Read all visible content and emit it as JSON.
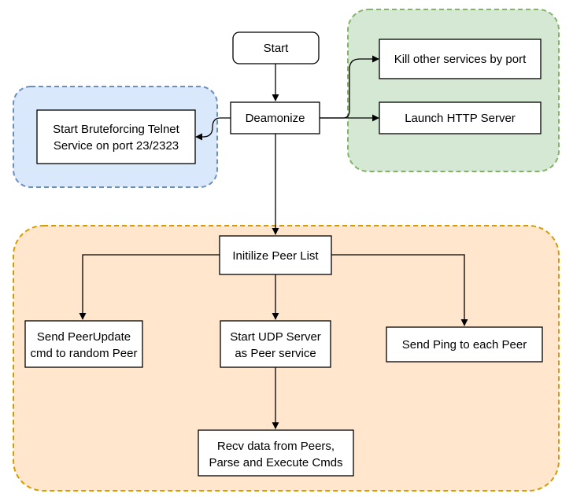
{
  "diagram": {
    "nodes": {
      "start": "Start",
      "deamonize": "Deamonize",
      "kill_services": "Kill other services by port",
      "launch_http": "Launch HTTP Server",
      "bruteforce": [
        "Start Bruteforcing Telnet",
        "Service on port 23/2323"
      ],
      "init_peer_list": "Initilize Peer List",
      "send_peerupdate": [
        "Send PeerUpdate",
        "cmd to random Peer"
      ],
      "start_udp": [
        "Start UDP Server",
        "as Peer service"
      ],
      "send_ping": "Send Ping to each Peer",
      "recv_data": [
        "Recv data from Peers,",
        "Parse and Execute Cmds"
      ]
    },
    "groups": {
      "blue": {
        "fill": "#dae8fc",
        "stroke": "#6c8ebf"
      },
      "green": {
        "fill": "#d5e8d4",
        "stroke": "#82b366"
      },
      "orange": {
        "fill": "#ffe6cc",
        "stroke": "#d79b00"
      }
    }
  }
}
